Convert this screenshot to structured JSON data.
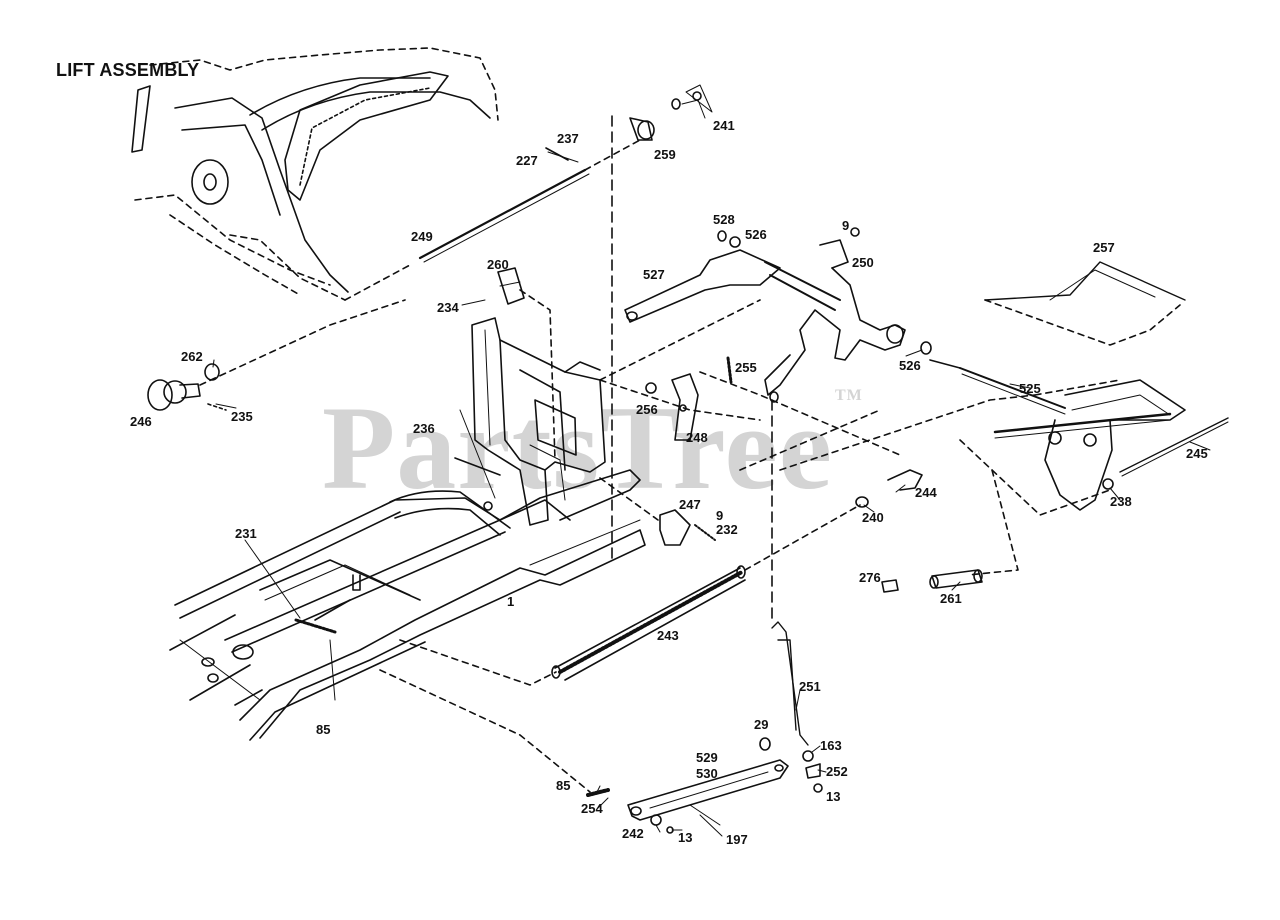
{
  "title": "LIFT ASSEMBLY",
  "watermark": {
    "text": "PartsTree",
    "mark": "TM"
  },
  "callouts": [
    {
      "id": "p241",
      "text": "241"
    },
    {
      "id": "p237",
      "text": "237"
    },
    {
      "id": "p227",
      "text": "227"
    },
    {
      "id": "p259",
      "text": "259"
    },
    {
      "id": "p249",
      "text": "249"
    },
    {
      "id": "p528",
      "text": "528"
    },
    {
      "id": "p526a",
      "text": "526"
    },
    {
      "id": "p9a",
      "text": "9"
    },
    {
      "id": "p250",
      "text": "250"
    },
    {
      "id": "p257",
      "text": "257"
    },
    {
      "id": "p260",
      "text": "260"
    },
    {
      "id": "p527",
      "text": "527"
    },
    {
      "id": "p234",
      "text": "234"
    },
    {
      "id": "p262",
      "text": "262"
    },
    {
      "id": "p255",
      "text": "255"
    },
    {
      "id": "p526b",
      "text": "526"
    },
    {
      "id": "p525",
      "text": "525"
    },
    {
      "id": "p246",
      "text": "246"
    },
    {
      "id": "p235",
      "text": "235"
    },
    {
      "id": "p256",
      "text": "256"
    },
    {
      "id": "p248",
      "text": "248"
    },
    {
      "id": "p236",
      "text": "236"
    },
    {
      "id": "p245",
      "text": "245"
    },
    {
      "id": "p244",
      "text": "244"
    },
    {
      "id": "p238",
      "text": "238"
    },
    {
      "id": "p247",
      "text": "247"
    },
    {
      "id": "p9b",
      "text": "9"
    },
    {
      "id": "p232",
      "text": "232"
    },
    {
      "id": "p240",
      "text": "240"
    },
    {
      "id": "p231",
      "text": "231"
    },
    {
      "id": "p276",
      "text": "276"
    },
    {
      "id": "p261",
      "text": "261"
    },
    {
      "id": "p243",
      "text": "243"
    },
    {
      "id": "p251",
      "text": "251"
    },
    {
      "id": "p85a",
      "text": "85"
    },
    {
      "id": "p29",
      "text": "29"
    },
    {
      "id": "p163",
      "text": "163"
    },
    {
      "id": "p529",
      "text": "529"
    },
    {
      "id": "p530",
      "text": "530"
    },
    {
      "id": "p252",
      "text": "252"
    },
    {
      "id": "p85b",
      "text": "85"
    },
    {
      "id": "p13a",
      "text": "13"
    },
    {
      "id": "p254",
      "text": "254"
    },
    {
      "id": "p242",
      "text": "242"
    },
    {
      "id": "p13b",
      "text": "13"
    },
    {
      "id": "p197",
      "text": "197"
    },
    {
      "id": "p1",
      "text": "1"
    }
  ]
}
